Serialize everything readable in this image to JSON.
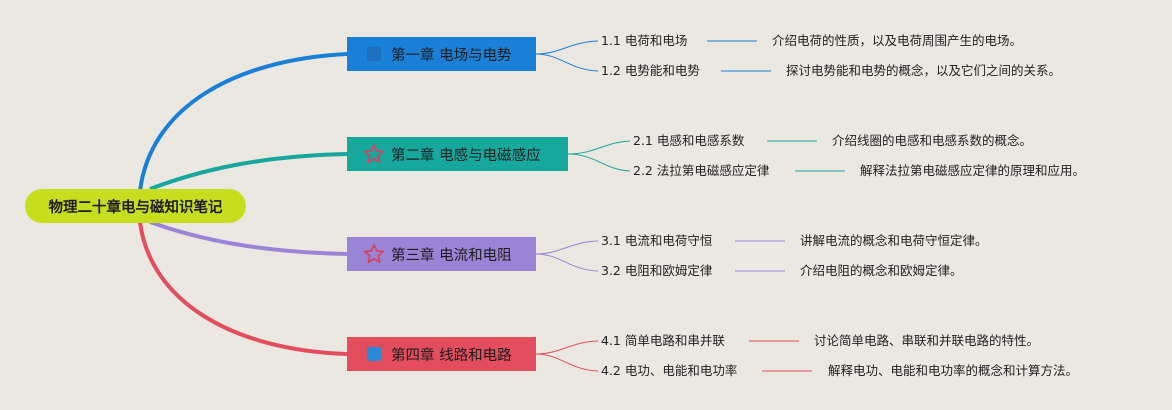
{
  "root": {
    "label": "物理二十章电与磁知识笔记"
  },
  "chapters": [
    {
      "label": "第一章 电场与电势",
      "color": "#1a7fd6",
      "icon": "flag-icon",
      "sections": [
        {
          "title": "1.1 电荷和电场",
          "desc": "介绍电荷的性质，以及电荷周围产生的电场。"
        },
        {
          "title": "1.2 电势能和电势",
          "desc": "探讨电势能和电势的概念，以及它们之间的关系。"
        }
      ]
    },
    {
      "label": "第二章 电感与电磁感应",
      "color": "#16a79d",
      "icon": "star-icon",
      "sections": [
        {
          "title": "2.1 电感和电感系数",
          "desc": "介绍线圈的电感和电感系数的概念。"
        },
        {
          "title": "2.2 法拉第电磁感应定律",
          "desc": "解释法拉第电磁感应定律的原理和应用。"
        }
      ]
    },
    {
      "label": "第三章 电流和电阻",
      "color": "#9a84d6",
      "icon": "star-icon",
      "sections": [
        {
          "title": "3.1 电流和电荷守恒",
          "desc": "讲解电流的概念和电荷守恒定律。"
        },
        {
          "title": "3.2 电阻和欧姆定律",
          "desc": "介绍电阻的概念和欧姆定律。"
        }
      ]
    },
    {
      "label": "第四章 线路和电路",
      "color": "#e44d5e",
      "icon": "flag-icon",
      "sections": [
        {
          "title": "4.1 简单电路和串并联",
          "desc": "讨论简单电路、串联和并联电路的特性。"
        },
        {
          "title": "4.2 电功、电能和电功率",
          "desc": "解释电功、电能和电功率的概念和计算方法。"
        }
      ]
    }
  ]
}
